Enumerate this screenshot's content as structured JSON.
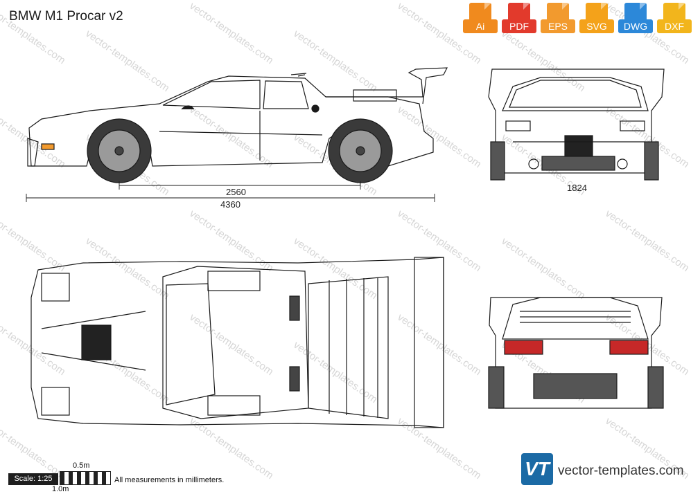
{
  "title": "BMW M1 Procar v2",
  "formats": [
    {
      "label": "Ai",
      "color": "#f08a1e"
    },
    {
      "label": "PDF",
      "color": "#e23a2c"
    },
    {
      "label": "EPS",
      "color": "#f29a2e"
    },
    {
      "label": "SVG",
      "color": "#f4a21a"
    },
    {
      "label": "DWG",
      "color": "#2c88d9"
    },
    {
      "label": "DXF",
      "color": "#f2b51c"
    }
  ],
  "dimensions": {
    "wheelbase": "2560",
    "length": "4360",
    "width": "1824"
  },
  "scale": {
    "label": "Scale: 1:25",
    "half_meter": "0.5m",
    "one_meter": "1.0m"
  },
  "note": "All measurements in millimeters.",
  "logo": {
    "glyph": "VT",
    "site": "vector-templates.com"
  },
  "watermark_text": "vector-templates.com"
}
